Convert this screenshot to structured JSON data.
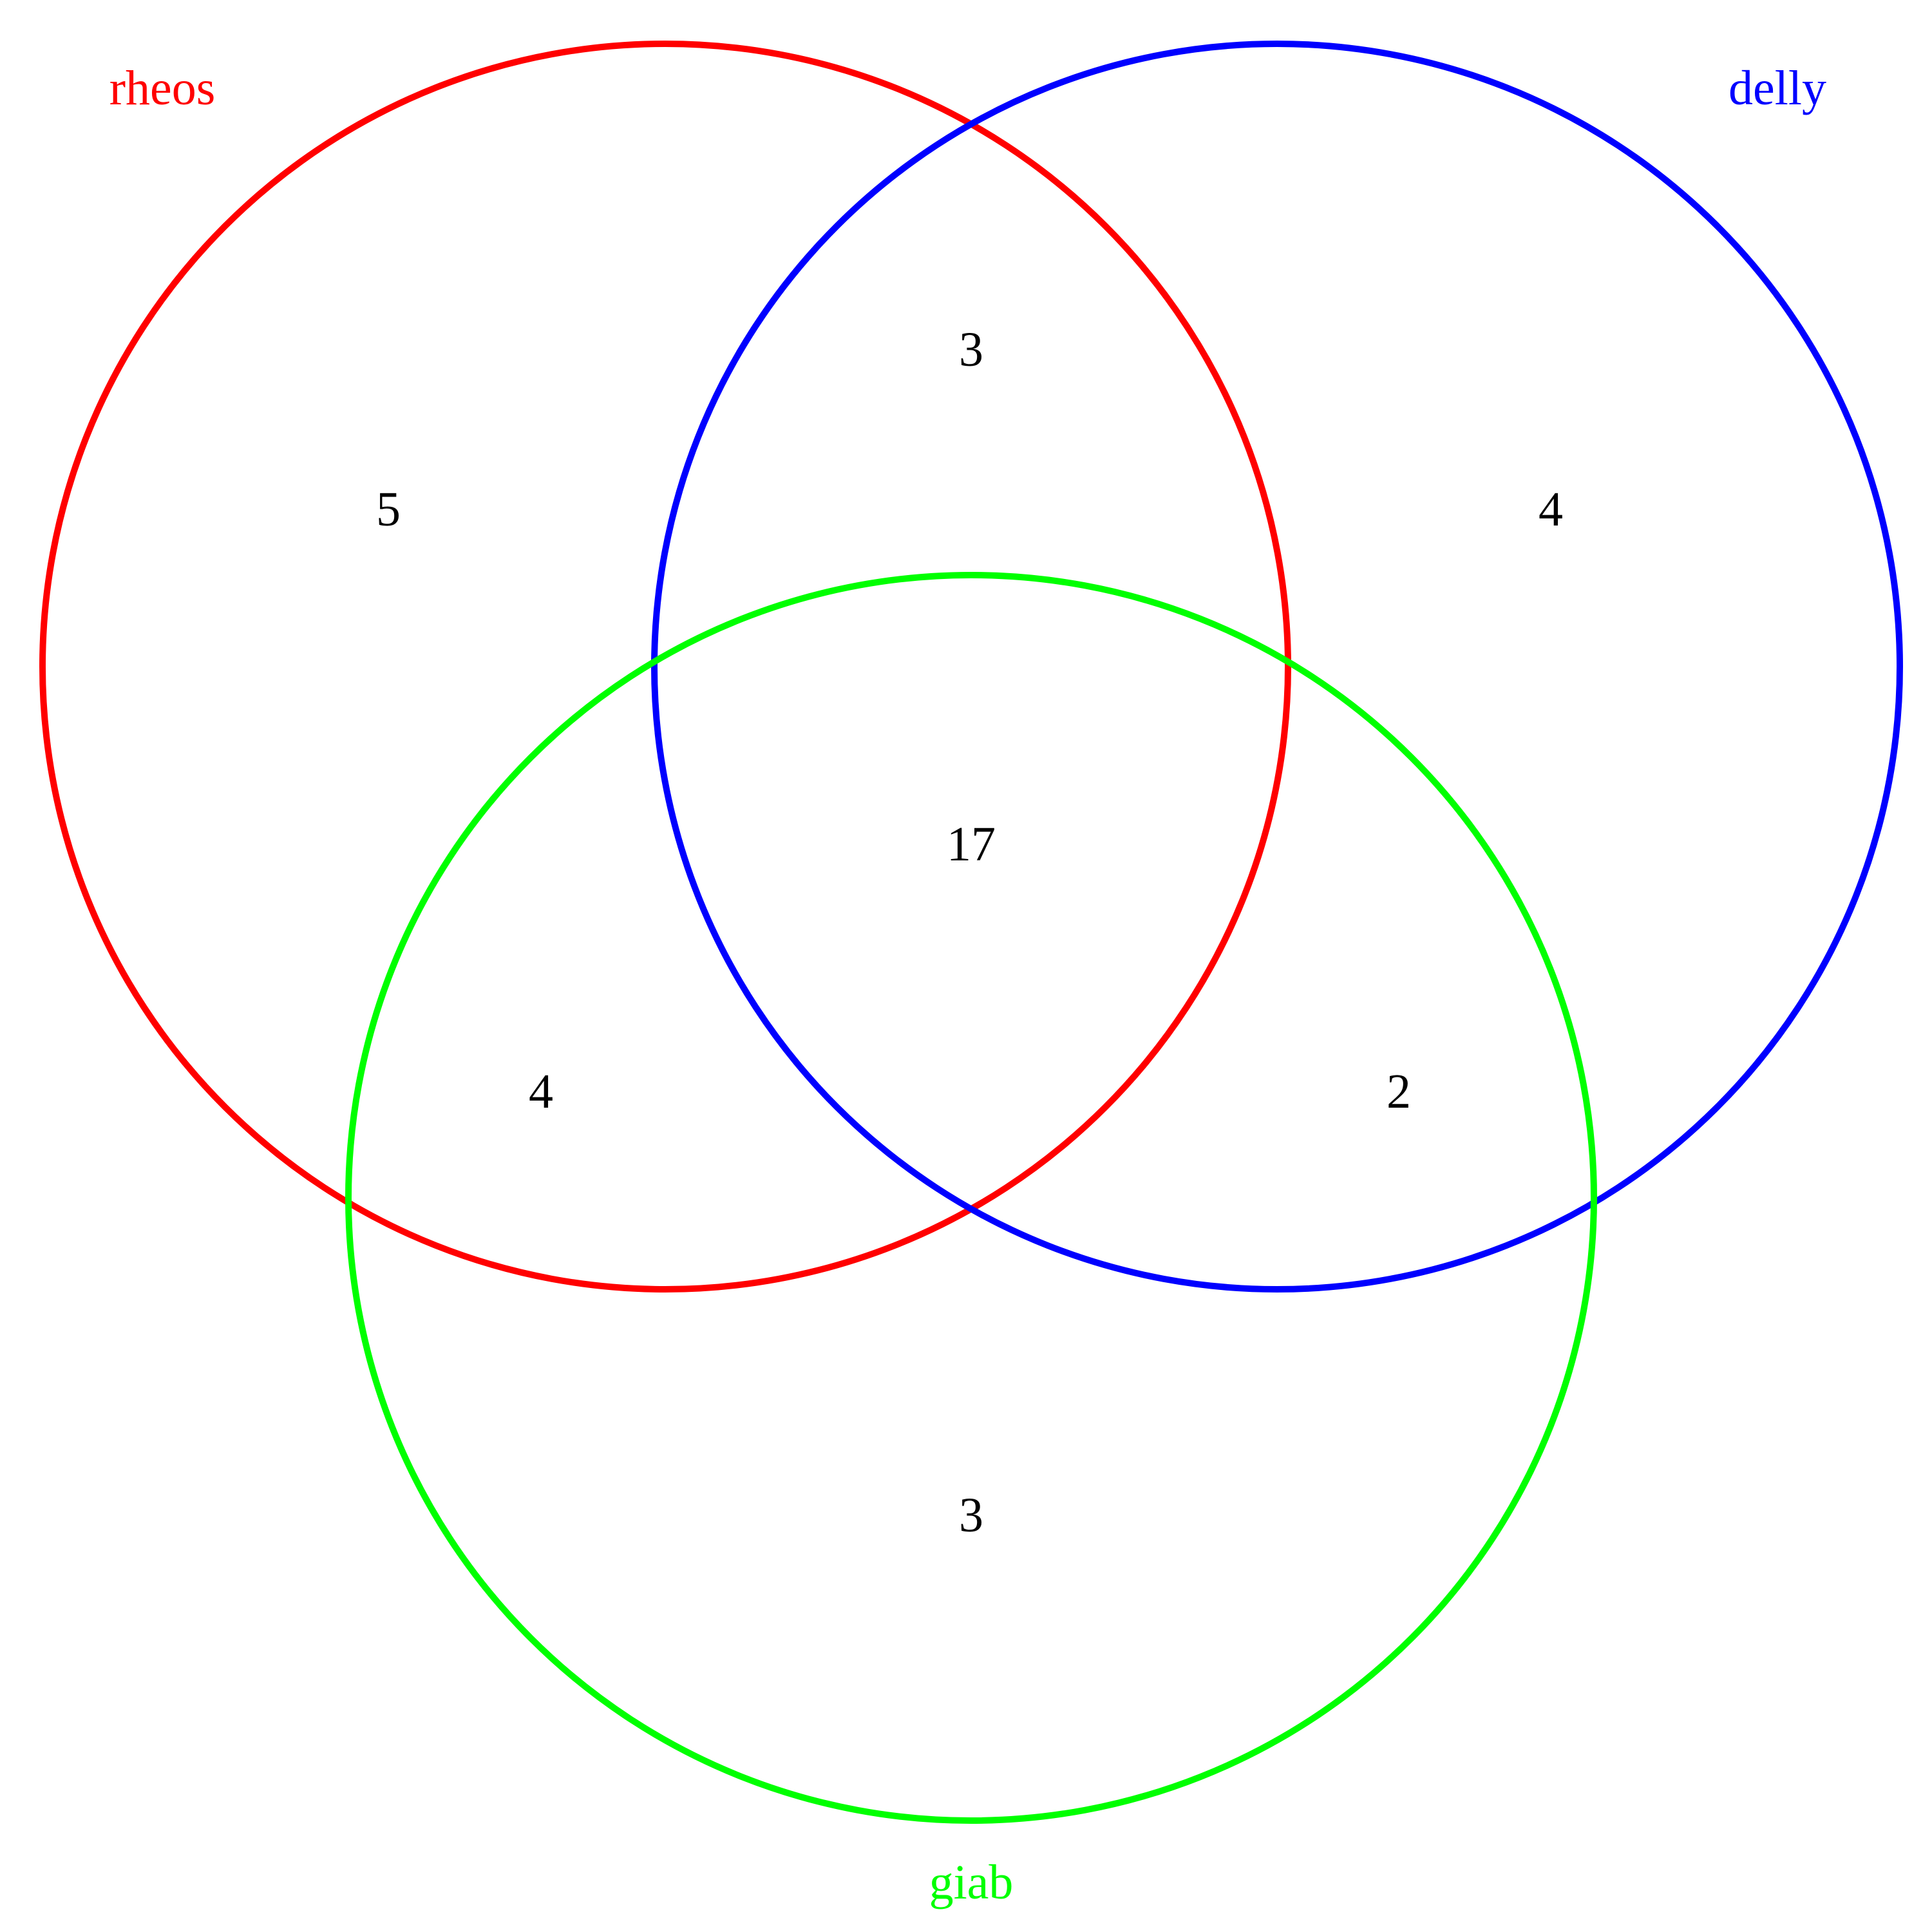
{
  "sets": {
    "rheos": {
      "label": "rheos",
      "color": "#ff0000"
    },
    "delly": {
      "label": "delly",
      "color": "#0000ff"
    },
    "giab": {
      "label": "giab",
      "color": "#00ff00"
    }
  },
  "regions": {
    "rheos_only": "5",
    "delly_only": "4",
    "giab_only": "3",
    "rheos_delly": "3",
    "rheos_giab": "4",
    "delly_giab": "2",
    "all_three": "17"
  }
}
